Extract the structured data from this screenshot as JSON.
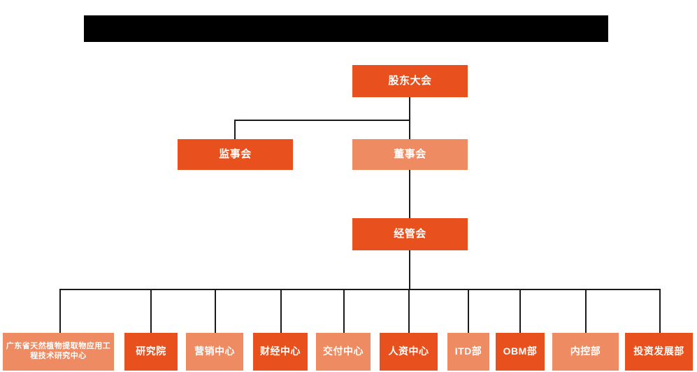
{
  "diagram": {
    "type": "organization-chart",
    "title_bar": {
      "state": "redacted",
      "color": "#000000",
      "label": ""
    },
    "palette": {
      "background": "#FFFFFF",
      "node_dark": "#E8511D",
      "node_light": "#EE8B62",
      "node_text": "#FFFFFF",
      "connector": "#1A1A1A"
    },
    "levels": {
      "level1": [
        {
          "id": "shareholders-meeting",
          "label": "股东大会",
          "tone": "dark"
        }
      ],
      "level2": [
        {
          "id": "board-of-supervisors",
          "label": "监事会",
          "tone": "dark"
        },
        {
          "id": "board-of-directors",
          "label": "董事会",
          "tone": "light"
        }
      ],
      "level3": [
        {
          "id": "management-committee",
          "label": "经管会",
          "tone": "dark"
        }
      ],
      "level4": [
        {
          "id": "guangdong-research-center",
          "label": "广东省天然植物提取物应用工程技术研究中心",
          "tone": "light"
        },
        {
          "id": "research-institute",
          "label": "研究院",
          "tone": "dark"
        },
        {
          "id": "marketing-center",
          "label": "营销中心",
          "tone": "light"
        },
        {
          "id": "finance-center",
          "label": "财经中心",
          "tone": "dark"
        },
        {
          "id": "delivery-center",
          "label": "交付中心",
          "tone": "light"
        },
        {
          "id": "hr-center",
          "label": "人资中心",
          "tone": "dark"
        },
        {
          "id": "itd-department",
          "label": "ITD部",
          "tone": "light"
        },
        {
          "id": "obm-department",
          "label": "OBM部",
          "tone": "dark"
        },
        {
          "id": "internal-control-department",
          "label": "内控部",
          "tone": "light"
        },
        {
          "id": "investment-development-department",
          "label": "投资发展部",
          "tone": "dark"
        }
      ]
    }
  }
}
